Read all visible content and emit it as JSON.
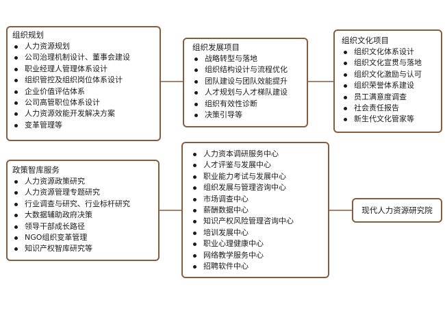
{
  "diagram": {
    "org_planning": {
      "title": "组织规划",
      "items": [
        "人力资源规划",
        "公司治理机制设计、董事会建设",
        "职业经理人管理体系设计",
        "组织管控及组织岗位体系设计",
        "企业价值评估体系",
        "公司高管职位体系设计",
        "人力资源效能开发解决方案",
        "变革管理等"
      ]
    },
    "org_development": {
      "title": "组织发展项目",
      "items": [
        "战略转型与落地",
        "组织结构设计与流程优化",
        "团队建设与团队效能提升",
        "人才规划与人才梯队建设",
        "组织有效性诊断",
        "决策引导等"
      ]
    },
    "org_culture": {
      "title": "组织文化项目",
      "items": [
        "组织文化体系设计",
        "组织文化宣贯与落地",
        "组织文化激励与认可",
        "组织荣誉体系建设",
        "员工满意度调查",
        "社会责任报告",
        "新生代文化管家等"
      ]
    },
    "policy_think_tank": {
      "title": "政策智库服务",
      "items": [
        "人力资源政策研究",
        "人力资源管理专题研究",
        "行业调查与研究、行业标杆研究",
        "大数据辅助政府决策",
        "领导干部成长路径",
        "NGO组织变革管理",
        "知识产权智库研究等"
      ]
    },
    "centers": {
      "items": [
        "人力资本调研服务中心",
        "人才评鉴与发展中心",
        "职业能力考试与发展中心",
        "组织发展与管理咨询中心",
        "市场调查中心",
        "薪酬数据中心",
        "知识产权风险管理咨询中心",
        "培训发展中心",
        "职业心理健康中心",
        "网络教学服务中心",
        "招聘软件中心"
      ]
    },
    "institute": {
      "title": "现代人力资源研究院"
    },
    "colors": {
      "box_border": "#8a5a3c",
      "connector": "#8a5a3c",
      "text": "#1a1a1a"
    }
  }
}
